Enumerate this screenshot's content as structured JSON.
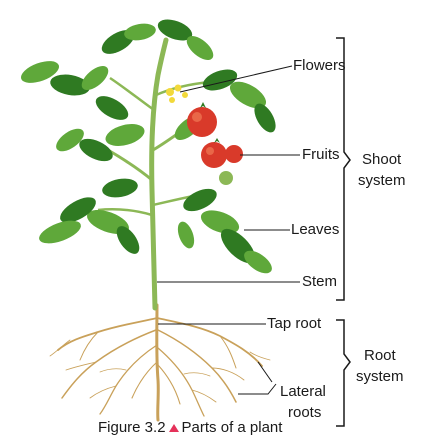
{
  "labels": {
    "flowers": "Flowers",
    "fruits": "Fruits",
    "leaves": "Leaves",
    "stem": "Stem",
    "tap_root": "Tap root",
    "lateral_roots_line1": "Lateral",
    "lateral_roots_line2": "roots"
  },
  "groups": {
    "shoot_line1": "Shoot",
    "shoot_line2": "system",
    "root_line1": "Root",
    "root_line2": "system"
  },
  "caption": {
    "number": "Figure 3.2",
    "text": "Parts of a plant",
    "marker_color": "#e5325a"
  },
  "colors": {
    "leaf_dark": "#2f7a22",
    "leaf_light": "#5fa83a",
    "stem": "#8cb856",
    "tomato": "#d93a2a",
    "tomato_highlight": "#f07a55",
    "flower": "#f2d93a",
    "root": "#c9a15a",
    "line": "#1a1a1a"
  }
}
